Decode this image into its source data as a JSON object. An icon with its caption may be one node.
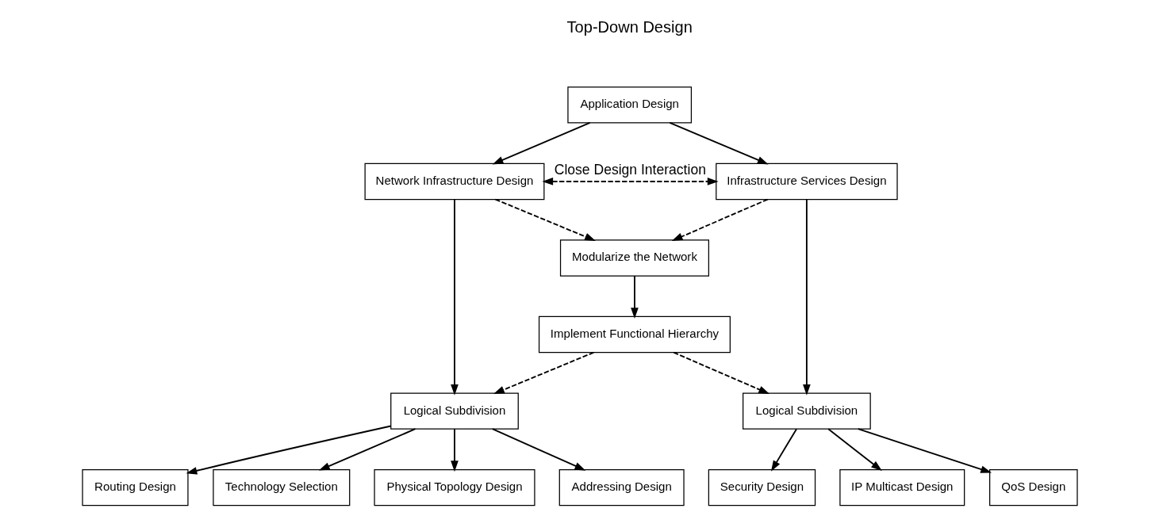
{
  "diagram": {
    "nodes": [
      {
        "text": [
          "Application Design"
        ]
      },
      {
        "text": [
          "Network Infrastructure Design"
        ]
      },
      {
        "text": [
          "Infrastructure Services Design"
        ]
      },
      {
        "text": [
          "Modularize the Network"
        ]
      },
      {
        "text": [
          "Implement Functional Hierarchy"
        ]
      },
      {
        "text": [
          "Logical Subdivision"
        ]
      },
      {
        "text": [
          "Logical Subdivision"
        ]
      },
      {
        "text": [
          "Technology Selection"
        ]
      },
      {
        "text": [
          "Physical Topology Design"
        ]
      },
      {
        "text": [
          "Addressing Design"
        ]
      },
      {
        "text": [
          "Routing Design"
        ]
      },
      {
        "text": [
          "QoS Design"
        ]
      },
      {
        "text": [
          "Security Design"
        ]
      },
      {
        "text": [
          "IP Multicast Design"
        ]
      }
    ],
    "edges": [
      {
        "from": 0,
        "to": 1,
        "arrow": "to"
      },
      {
        "from": 0,
        "to": 2,
        "arrow": "to"
      },
      {
        "from": 1,
        "to": 2,
        "arrow": "both",
        "style": "dashed",
        "label": "Close Design Interaction"
      },
      {
        "from": 1,
        "to": 3,
        "arrow": "to",
        "style": "dashed"
      },
      {
        "from": 2,
        "to": 3,
        "arrow": "to",
        "style": "dashed"
      },
      {
        "from": 3,
        "to": 4,
        "arrow": "to"
      },
      {
        "from": 4,
        "to": 5,
        "arrow": "to",
        "style": "dashed"
      },
      {
        "from": 4,
        "to": 6,
        "arrow": "to",
        "style": "dashed"
      },
      {
        "from": 1,
        "to": 5,
        "arrow": "to"
      },
      {
        "from": 2,
        "to": 6,
        "arrow": "to"
      },
      {
        "from": 5,
        "to": 7,
        "arrow": "to"
      },
      {
        "from": 5,
        "to": 8,
        "arrow": "to"
      },
      {
        "from": 5,
        "to": 9,
        "arrow": "to"
      },
      {
        "from": 5,
        "to": 10,
        "arrow": "to"
      },
      {
        "from": 6,
        "to": 11,
        "arrow": "to"
      },
      {
        "from": 6,
        "to": 12,
        "arrow": "to"
      },
      {
        "from": 6,
        "to": 13,
        "arrow": "to"
      }
    ],
    "labels": [
      "Top-Down Design"
    ]
  }
}
